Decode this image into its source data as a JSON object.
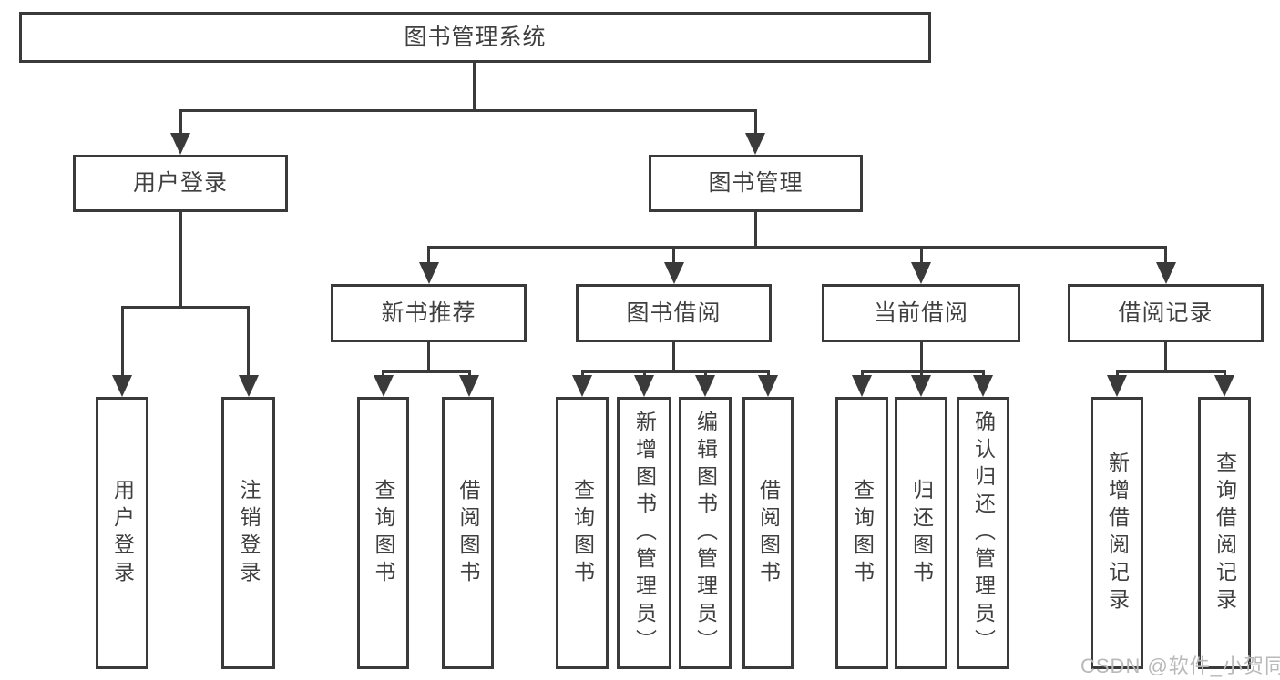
{
  "tree": {
    "label": "图书管理系统",
    "children": [
      {
        "label": "用户登录",
        "children": [
          {
            "label": "用户登录"
          },
          {
            "label": "注销登录"
          }
        ]
      },
      {
        "label": "图书管理",
        "children": [
          {
            "label": "新书推荐",
            "children": [
              {
                "label": "查询图书"
              },
              {
                "label": "借阅图书"
              }
            ]
          },
          {
            "label": "图书借阅",
            "children": [
              {
                "label": "查询图书"
              },
              {
                "label": "新增图书（管理员）"
              },
              {
                "label": "编辑图书（管理员）"
              },
              {
                "label": "借阅图书"
              }
            ]
          },
          {
            "label": "当前借阅",
            "children": [
              {
                "label": "查询图书"
              },
              {
                "label": "归还图书"
              },
              {
                "label": "确认归还（管理员）"
              }
            ]
          },
          {
            "label": "借阅记录",
            "children": [
              {
                "label": "新增借阅记录"
              },
              {
                "label": "查询借阅记录"
              }
            ]
          }
        ]
      }
    ]
  },
  "watermark": {
    "text": "CSDN @软件_小贺同学"
  },
  "colors": {
    "line": "#3a3a3a",
    "text": "#3f3f3f",
    "watermark": "#b9b9b9",
    "background": "#ffffff"
  }
}
